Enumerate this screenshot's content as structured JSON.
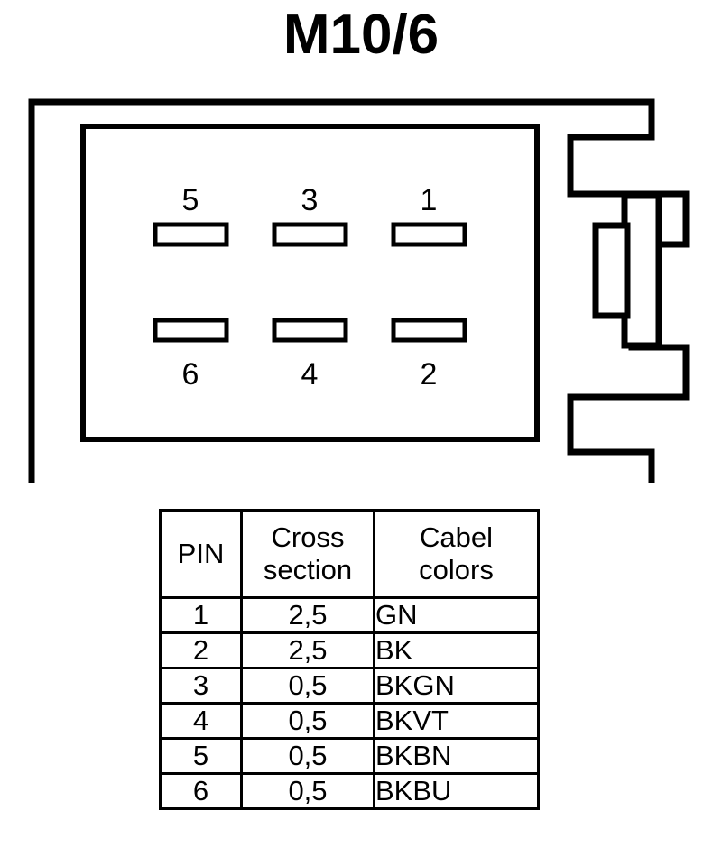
{
  "title": "M10/6",
  "connector": {
    "name": "6-way-connector-outline",
    "pin_positions": [
      {
        "pin": "5",
        "row": "top",
        "col": "left"
      },
      {
        "pin": "3",
        "row": "top",
        "col": "middle"
      },
      {
        "pin": "1",
        "row": "top",
        "col": "right"
      },
      {
        "pin": "6",
        "row": "bottom",
        "col": "left"
      },
      {
        "pin": "4",
        "row": "bottom",
        "col": "middle"
      },
      {
        "pin": "2",
        "row": "bottom",
        "col": "right"
      }
    ],
    "stroke_color": "#000000",
    "fill_color": "#ffffff"
  },
  "table": {
    "headers": [
      "PIN",
      "Cross section",
      "Cabel colors"
    ],
    "header_lines": [
      [
        "PIN"
      ],
      [
        "Cross",
        "section"
      ],
      [
        "Cabel",
        "colors"
      ]
    ],
    "rows": [
      {
        "pin": "1",
        "cross_section": "2,5",
        "cable_colors": "GN"
      },
      {
        "pin": "2",
        "cross_section": "2,5",
        "cable_colors": "BK"
      },
      {
        "pin": "3",
        "cross_section": "0,5",
        "cable_colors": "BKGN"
      },
      {
        "pin": "4",
        "cross_section": "0,5",
        "cable_colors": "BKVT"
      },
      {
        "pin": "5",
        "cross_section": "0,5",
        "cable_colors": "BKBN"
      },
      {
        "pin": "6",
        "cross_section": "0,5",
        "cable_colors": "BKBU"
      }
    ]
  }
}
